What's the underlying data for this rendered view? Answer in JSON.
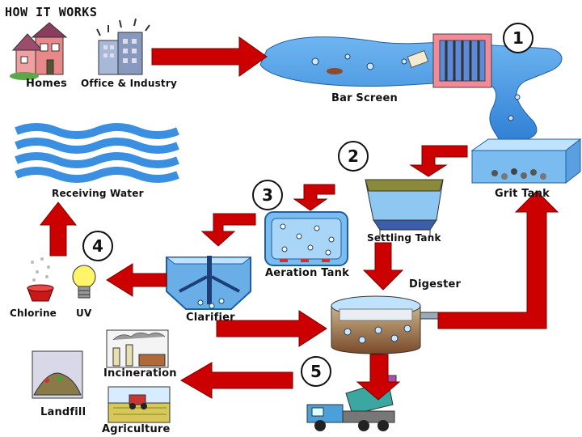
{
  "title": "HOW IT WORKS",
  "step_numbers": [
    "1",
    "2",
    "3",
    "4",
    "5"
  ],
  "labels": {
    "homes": "Homes",
    "office_industry": "Office & Industry",
    "bar_screen": "Bar Screen",
    "grit_tank": "Grit Tank",
    "settling_tank": "Settling Tank",
    "aeration_tank": "Aeration Tank",
    "receiving_water": "Receiving Water",
    "chlorine": "Chlorine",
    "uv": "UV",
    "clarifier": "Clarifier",
    "digester": "Digester",
    "incineration": "Incineration",
    "landfill": "Landfill",
    "agriculture": "Agriculture"
  },
  "colors": {
    "arrow": "#cc0000",
    "water": "#3a8fe0",
    "water_light": "#8ec8f2",
    "sludge": "#7a4a2a",
    "background": "#ffffff"
  }
}
